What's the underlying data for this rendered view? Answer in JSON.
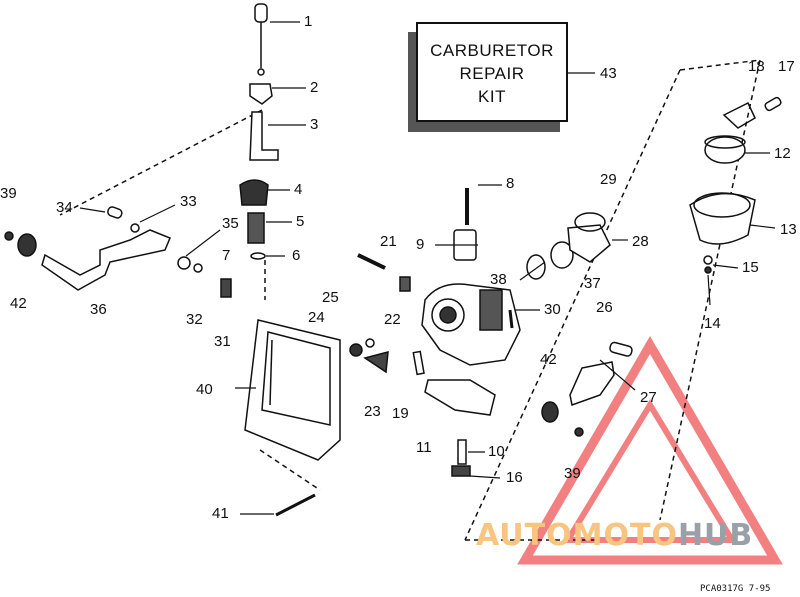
{
  "kit_box": {
    "lines": [
      "CARBURETOR",
      "REPAIR",
      "KIT"
    ]
  },
  "callouts": [
    "1",
    "2",
    "3",
    "4",
    "5",
    "6",
    "7",
    "8",
    "9",
    "10",
    "11",
    "12",
    "13",
    "14",
    "15",
    "16",
    "17",
    "18",
    "19",
    "21",
    "22",
    "23",
    "24",
    "25",
    "26",
    "27",
    "28",
    "29",
    "30",
    "31",
    "32",
    "33",
    "34",
    "35",
    "36",
    "37",
    "38",
    "39",
    "39",
    "40",
    "41",
    "42",
    "42",
    "43"
  ],
  "footer": {
    "code": "PCA0317G   7-95"
  },
  "watermark": {
    "part1": "AUTOMOTO",
    "part2": "HUB",
    "accent_color": "#f06a6a",
    "text_color_1": "#f7c580",
    "text_color_2": "#9aa0a8"
  }
}
